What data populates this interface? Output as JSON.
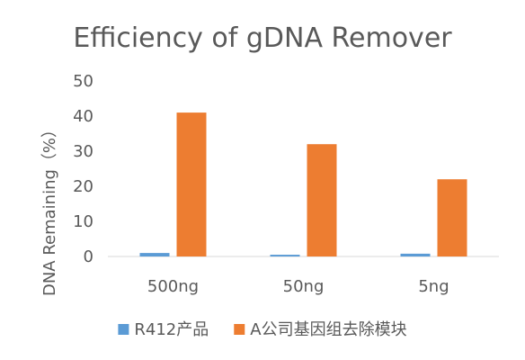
{
  "chart_data": {
    "type": "bar",
    "title": "Efficiency of gDNA Remover",
    "xlabel": "",
    "ylabel": "DNA Remaining（%）",
    "categories": [
      "500ng",
      "50ng",
      "5ng"
    ],
    "series": [
      {
        "name": "R412产品",
        "values": [
          1,
          0.5,
          0.8
        ],
        "color": "#5b9bd5"
      },
      {
        "name": "A公司基因组去除模块",
        "values": [
          41,
          32,
          22
        ],
        "color": "#ed7d31"
      }
    ],
    "ylim": [
      0,
      50
    ],
    "yticks": [
      0,
      10,
      20,
      30,
      40,
      50
    ],
    "grid": false,
    "legend": "bottom"
  }
}
